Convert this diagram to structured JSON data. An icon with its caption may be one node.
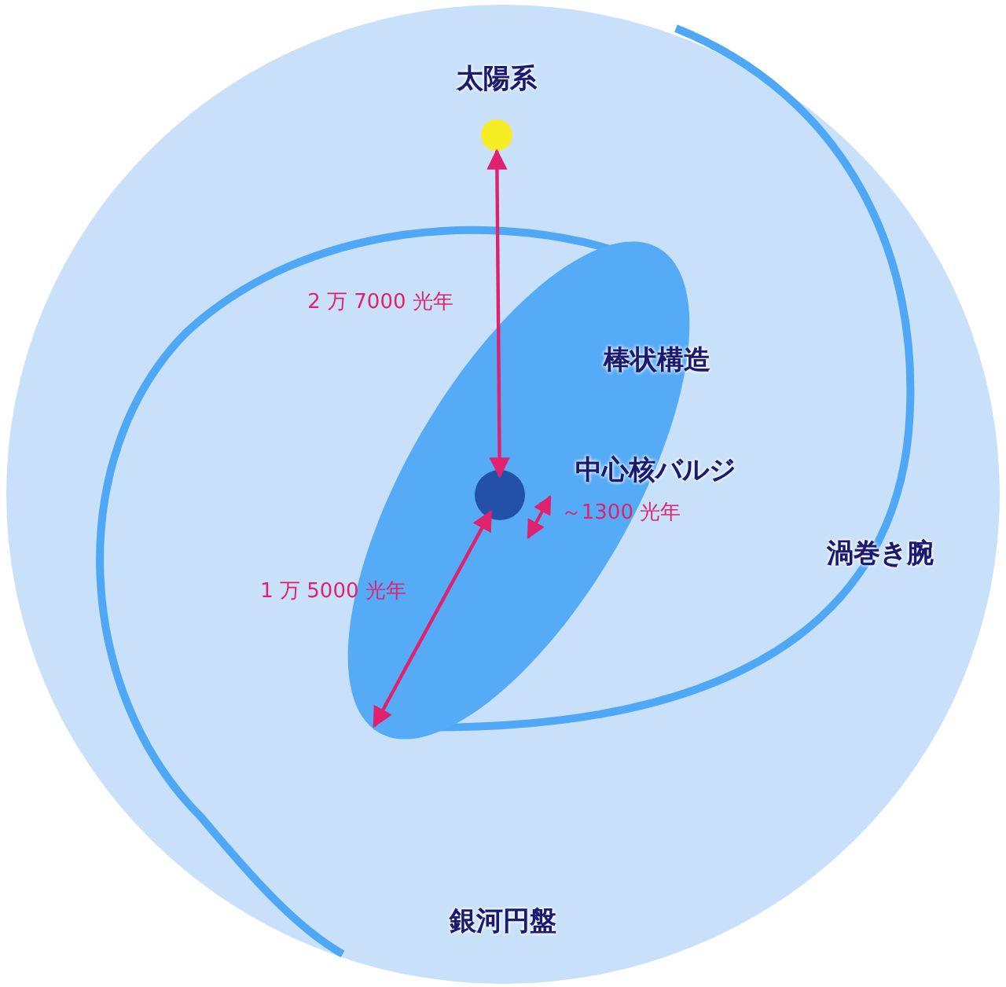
{
  "diagram": {
    "nodes": [
      {
        "text": [
          "銀河円盤"
        ]
      },
      {
        "text": [
          "太陽系"
        ],
        "in": 0
      },
      {
        "text": [
          "棒状構造"
        ],
        "in": 0
      },
      {
        "text": [
          "中心核バルジ"
        ],
        "in": 2
      }
    ],
    "edges": [
      {
        "from": 1,
        "to": 3,
        "arrow": "both",
        "label": "2 万 7000 光年"
      },
      {
        "from": 3,
        "to": 2,
        "arrow": "both",
        "label": "1 万 5000 光年"
      }
    ],
    "labels": [
      "～1300 光年",
      "渦巻き腕"
    ]
  }
}
